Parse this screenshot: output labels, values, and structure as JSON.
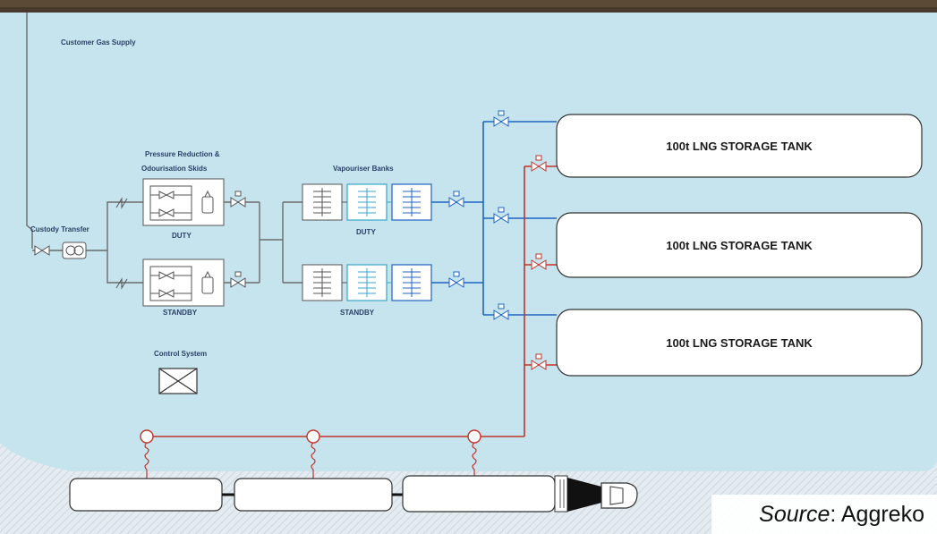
{
  "labels": {
    "customer_gas_supply": "Customer Gas Supply",
    "custody_transfer": "Custody Transfer",
    "pressure_reduction_line1": "Pressure Reduction &",
    "pressure_reduction_line2": "Odourisation Skids",
    "vapouriser_banks": "Vapouriser Banks",
    "duty_skid": "DUTY",
    "standby_skid": "STANDBY",
    "duty_vap": "DUTY",
    "standby_vap": "STANDBY",
    "control_system": "Control System"
  },
  "tanks": [
    {
      "label": "100t LNG STORAGE TANK"
    },
    {
      "label": "100t LNG STORAGE TANK"
    },
    {
      "label": "100t LNG STORAGE TANK"
    }
  ],
  "source": {
    "prefix": "Source",
    "suffix": ": Aggreko"
  },
  "colors": {
    "site_area": "#c6e4ee",
    "gas_line": "#6b6b6b",
    "lng_blue": "#1f64c2",
    "lng_red": "#c0342c",
    "vap_teal": "#3aa5c9",
    "tank_fill": "#ffffff",
    "tank_stroke": "#333333"
  }
}
